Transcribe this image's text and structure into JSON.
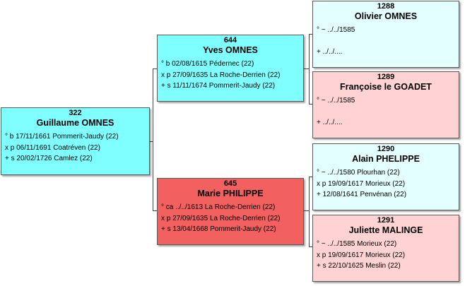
{
  "persons": {
    "p322": {
      "num": "322",
      "name": "Guillaume OMNES",
      "events": [
        "° b 17/11/1661 Pommerit-Jaudy (22)",
        "x p 06/11/1691 Coatréven (22)",
        "+ s 20/02/1726 Camlez (22)"
      ]
    },
    "p644": {
      "num": "644",
      "name": "Yves OMNES",
      "events": [
        "° b 02/08/1615 Pédernec (22)",
        "x p 27/09/1635 La Roche-Derrien (22)",
        "+ s 11/11/1674 Pommerit-Jaudy (22)"
      ]
    },
    "p645": {
      "num": "645",
      "name": "Marie PHILIPPE",
      "events": [
        "° ca ../../1613 La Roche-Derrien (22)",
        "x p 27/09/1635 La Roche-Derrien (22)",
        "+ s 13/04/1668 Pommerit-Jaudy (22)"
      ]
    },
    "p1288": {
      "num": "1288",
      "name": "Olivier OMNES",
      "events": [
        "° ~ ../../1585",
        "",
        "+ ../../...."
      ]
    },
    "p1289": {
      "num": "1289",
      "name": "Françoise le GOADET",
      "events": [
        "° ~ ../../1585",
        "",
        "+ ../../...."
      ]
    },
    "p1290": {
      "num": "1290",
      "name": "Alain PHELIPPE",
      "events": [
        "° ~ ../../1580 Plourhan (22)",
        "x p 19/09/1617 Morieux (22)",
        "+ 12/08/1641 Penvénan (22)"
      ]
    },
    "p1291": {
      "num": "1291",
      "name": "Juliette MALINGE",
      "events": [
        "° ~ ../../1585 Morieux (22)",
        "x p 19/09/1617 Morieux (22)",
        "+ s 22/10/1625 Meslin (22)"
      ]
    }
  },
  "colors": {
    "male_direct": "#7fffff",
    "female_direct": "#f26060",
    "male_ancestor": "#e4ffff",
    "female_ancestor": "#ffd3d3"
  }
}
